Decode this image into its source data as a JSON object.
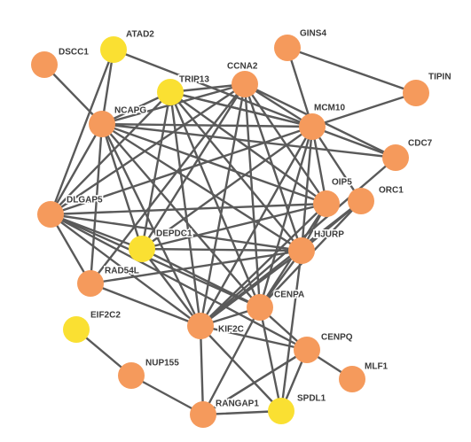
{
  "colors": {
    "orange_node": "#F59A5C",
    "yellow_node": "#FAE032",
    "edge": "#5A5A5A",
    "label": "#3A3A3A"
  },
  "nodes": [
    {
      "id": "ATAD2",
      "label": "ATAD2",
      "color": "yellow"
    },
    {
      "id": "DSCC1",
      "label": "DSCC1",
      "color": "orange"
    },
    {
      "id": "GINS4",
      "label": "GINS4",
      "color": "orange"
    },
    {
      "id": "TRIP13",
      "label": "TRIP13",
      "color": "yellow"
    },
    {
      "id": "CCNA2",
      "label": "CCNA2",
      "color": "orange"
    },
    {
      "id": "TIPIN",
      "label": "TIPIN",
      "color": "orange"
    },
    {
      "id": "NCAPG",
      "label": "NCAPG",
      "color": "orange"
    },
    {
      "id": "MCM10",
      "label": "MCM10",
      "color": "orange"
    },
    {
      "id": "CDC7",
      "label": "CDC7",
      "color": "orange"
    },
    {
      "id": "OIP5",
      "label": "OIP5",
      "color": "orange"
    },
    {
      "id": "ORC1",
      "label": "ORC1",
      "color": "orange"
    },
    {
      "id": "DLGAP5",
      "label": "DLGAP5",
      "color": "orange"
    },
    {
      "id": "DEPDC1",
      "label": "DEPDC1",
      "color": "yellow"
    },
    {
      "id": "HJURP",
      "label": "HJURP",
      "color": "orange"
    },
    {
      "id": "RAD54L",
      "label": "RAD54L",
      "color": "orange"
    },
    {
      "id": "CENPA",
      "label": "CENPA",
      "color": "orange"
    },
    {
      "id": "EIF2C2",
      "label": "EIF2C2",
      "color": "yellow"
    },
    {
      "id": "KIF2C",
      "label": "KIF2C",
      "color": "orange"
    },
    {
      "id": "CENPQ",
      "label": "CENPQ",
      "color": "orange"
    },
    {
      "id": "NUP155",
      "label": "NUP155",
      "color": "orange"
    },
    {
      "id": "MLF1",
      "label": "MLF1",
      "color": "orange"
    },
    {
      "id": "RANGAP1",
      "label": "RANGAP1",
      "color": "orange"
    },
    {
      "id": "SPDL1",
      "label": "SPDL1",
      "color": "yellow"
    }
  ],
  "edges": [
    [
      "DSCC1",
      "NCAPG"
    ],
    [
      "ATAD2",
      "NCAPG"
    ],
    [
      "ATAD2",
      "DLGAP5"
    ],
    [
      "ATAD2",
      "MCM10"
    ],
    [
      "GINS4",
      "MCM10"
    ],
    [
      "GINS4",
      "TIPIN"
    ],
    [
      "TIPIN",
      "MCM10"
    ],
    [
      "MCM10",
      "CDC7"
    ],
    [
      "MCM10",
      "ORC1"
    ],
    [
      "MCM10",
      "OIP5"
    ],
    [
      "MCM10",
      "NCAPG"
    ],
    [
      "MCM10",
      "DLGAP5"
    ],
    [
      "MCM10",
      "HJURP"
    ],
    [
      "MCM10",
      "CENPA"
    ],
    [
      "MCM10",
      "KIF2C"
    ],
    [
      "MCM10",
      "DEPDC1"
    ],
    [
      "MCM10",
      "TRIP13"
    ],
    [
      "CCNA2",
      "TRIP13"
    ],
    [
      "CCNA2",
      "NCAPG"
    ],
    [
      "CCNA2",
      "DLGAP5"
    ],
    [
      "CCNA2",
      "MCM10"
    ],
    [
      "CCNA2",
      "OIP5"
    ],
    [
      "CCNA2",
      "HJURP"
    ],
    [
      "CCNA2",
      "CENPA"
    ],
    [
      "CCNA2",
      "KIF2C"
    ],
    [
      "CCNA2",
      "DEPDC1"
    ],
    [
      "CCNA2",
      "RAD54L"
    ],
    [
      "CCNA2",
      "CDC7"
    ],
    [
      "TRIP13",
      "NCAPG"
    ],
    [
      "TRIP13",
      "DLGAP5"
    ],
    [
      "TRIP13",
      "MCM10"
    ],
    [
      "TRIP13",
      "OIP5"
    ],
    [
      "TRIP13",
      "HJURP"
    ],
    [
      "TRIP13",
      "CENPA"
    ],
    [
      "TRIP13",
      "KIF2C"
    ],
    [
      "TRIP13",
      "DEPDC1"
    ],
    [
      "NCAPG",
      "DLGAP5"
    ],
    [
      "NCAPG",
      "OIP5"
    ],
    [
      "NCAPG",
      "HJURP"
    ],
    [
      "NCAPG",
      "CENPA"
    ],
    [
      "NCAPG",
      "KIF2C"
    ],
    [
      "NCAPG",
      "DEPDC1"
    ],
    [
      "NCAPG",
      "RAD54L"
    ],
    [
      "NCAPG",
      "CDC7"
    ],
    [
      "DLGAP5",
      "OIP5"
    ],
    [
      "DLGAP5",
      "HJURP"
    ],
    [
      "DLGAP5",
      "CENPA"
    ],
    [
      "DLGAP5",
      "KIF2C"
    ],
    [
      "DLGAP5",
      "DEPDC1"
    ],
    [
      "DLGAP5",
      "RAD54L"
    ],
    [
      "DLGAP5",
      "CENPQ"
    ],
    [
      "OIP5",
      "HJURP"
    ],
    [
      "OIP5",
      "CENPA"
    ],
    [
      "OIP5",
      "KIF2C"
    ],
    [
      "OIP5",
      "DEPDC1"
    ],
    [
      "HJURP",
      "CENPA"
    ],
    [
      "HJURP",
      "KIF2C"
    ],
    [
      "HJURP",
      "DEPDC1"
    ],
    [
      "HJURP",
      "RAD54L"
    ],
    [
      "HJURP",
      "ORC1"
    ],
    [
      "HJURP",
      "SPDL1"
    ],
    [
      "CENPA",
      "KIF2C"
    ],
    [
      "CENPA",
      "DEPDC1"
    ],
    [
      "CENPA",
      "CENPQ"
    ],
    [
      "CENPA",
      "SPDL1"
    ],
    [
      "CENPA",
      "RANGAP1"
    ],
    [
      "CENPA",
      "ORC1"
    ],
    [
      "KIF2C",
      "DEPDC1"
    ],
    [
      "KIF2C",
      "RAD54L"
    ],
    [
      "KIF2C",
      "CENPQ"
    ],
    [
      "KIF2C",
      "RANGAP1"
    ],
    [
      "KIF2C",
      "SPDL1"
    ],
    [
      "KIF2C",
      "ORC1"
    ],
    [
      "KIF2C",
      "CDC7"
    ],
    [
      "CENPQ",
      "MLF1"
    ],
    [
      "CENPQ",
      "RANGAP1"
    ],
    [
      "CENPQ",
      "SPDL1"
    ],
    [
      "RANGAP1",
      "NUP155"
    ],
    [
      "NUP155",
      "EIF2C2"
    ],
    [
      "RANGAP1",
      "SPDL1"
    ],
    [
      "RANGAP1",
      "CENPQ"
    ]
  ]
}
